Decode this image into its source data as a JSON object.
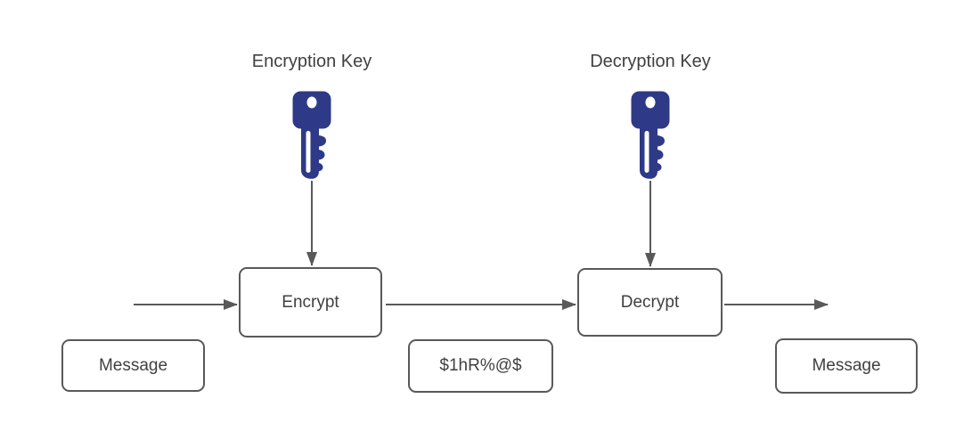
{
  "colors": {
    "key_fill": "#2e3a87",
    "stroke": "#595959",
    "text": "#404040",
    "box_fill": "#ffffff",
    "background": "#ffffff"
  },
  "diagram": {
    "type": "flow-diagram",
    "topic": "symmetric encryption / decryption flow",
    "labels": {
      "encryption_key": "Encryption Key",
      "decryption_key": "Decryption Key"
    },
    "icons": {
      "encryption_key_icon": "key-icon",
      "decryption_key_icon": "key-icon"
    },
    "nodes": {
      "encrypt": "Encrypt",
      "decrypt": "Decrypt",
      "input_message": "Message",
      "ciphertext": "$1hR%@$",
      "output_message": "Message"
    },
    "flows": [
      "input -> Encrypt",
      "Encryption Key -> Encrypt",
      "Encrypt -> Decrypt",
      "Decryption Key -> Decrypt",
      "Decrypt -> output"
    ]
  }
}
